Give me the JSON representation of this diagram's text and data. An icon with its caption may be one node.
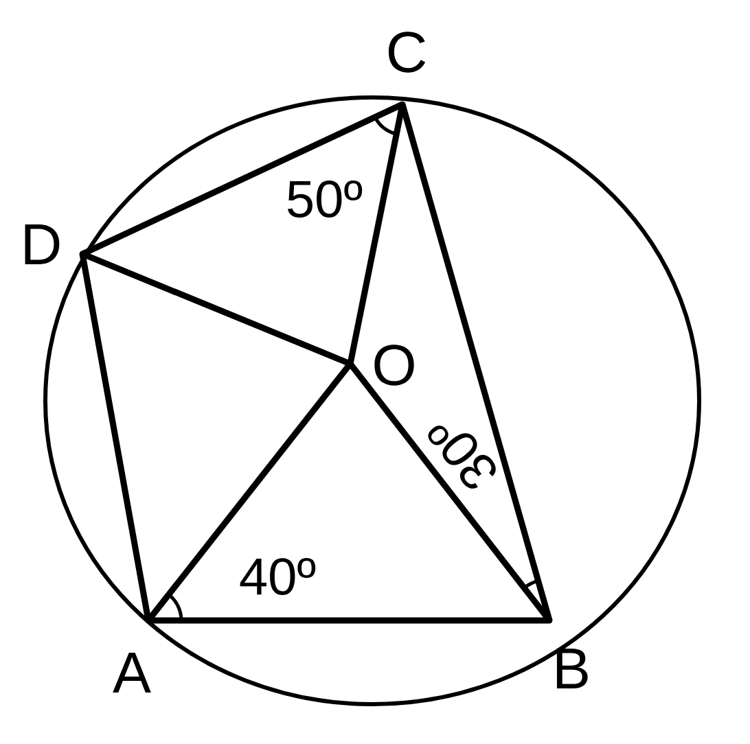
{
  "diagram": {
    "nodes": [
      {
        "text": [
          "C"
        ]
      },
      {
        "text": [
          "D"
        ]
      },
      {
        "text": [
          "O"
        ]
      },
      {
        "text": [
          "A"
        ]
      },
      {
        "text": [
          "B"
        ]
      }
    ],
    "edges": [
      {
        "from": 1,
        "to": 0,
        "arrow": "none"
      },
      {
        "from": 0,
        "to": 2,
        "arrow": "none"
      },
      {
        "from": 0,
        "to": 4,
        "arrow": "none"
      },
      {
        "from": 1,
        "to": 2,
        "arrow": "none"
      },
      {
        "from": 1,
        "to": 3,
        "arrow": "none"
      },
      {
        "from": 3,
        "to": 2,
        "arrow": "none"
      },
      {
        "from": 2,
        "to": 4,
        "arrow": "none"
      },
      {
        "from": 3,
        "to": 4,
        "arrow": "none"
      }
    ],
    "labels": [
      "50º",
      "30º",
      "40º"
    ]
  }
}
